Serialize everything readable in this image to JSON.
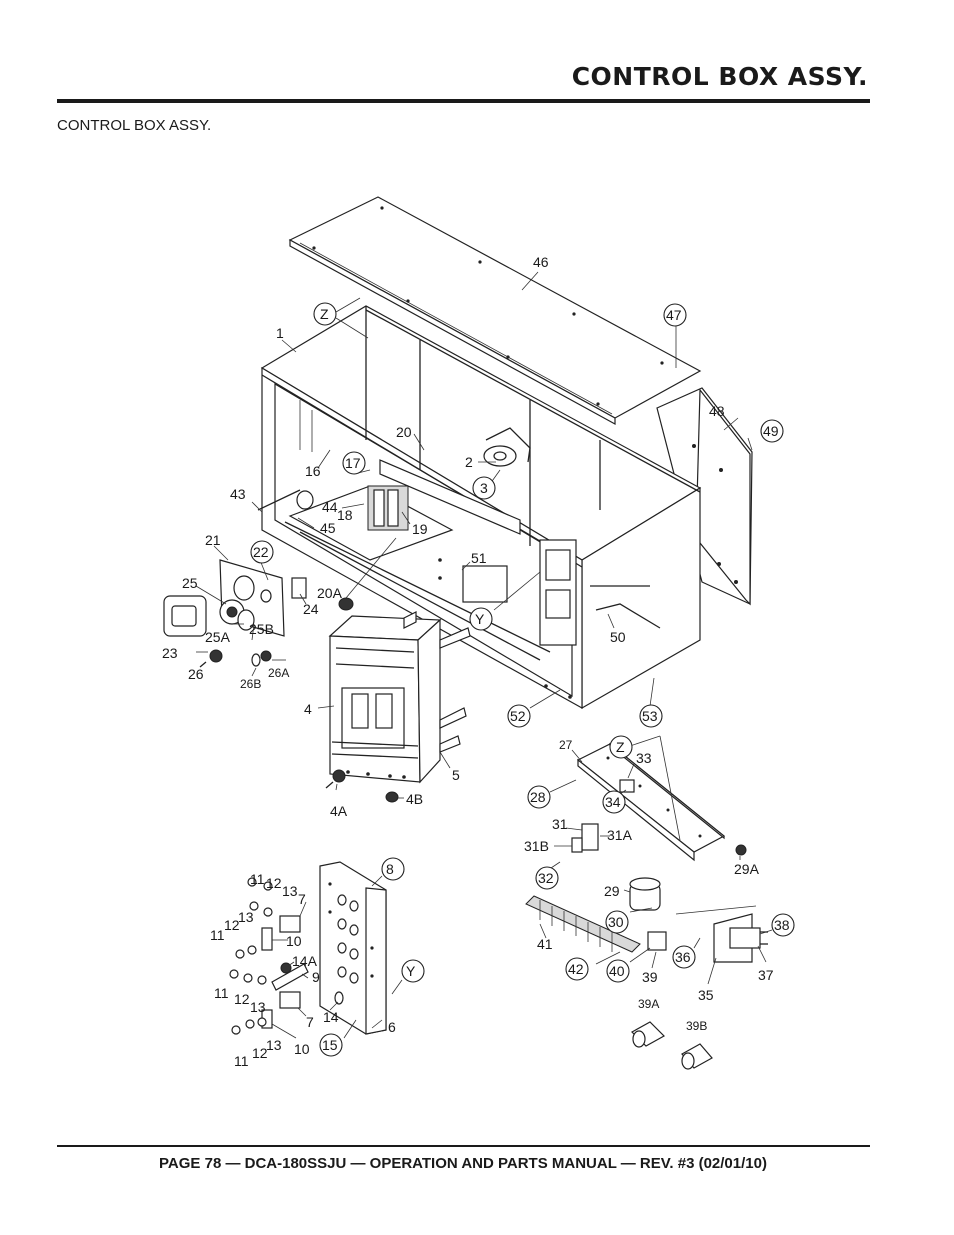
{
  "header": {
    "title": "CONTROL BOX  ASSY."
  },
  "subtitle": "CONTROL BOX  ASSY.",
  "footer": {
    "text": "PAGE 78 — DCA-180SSJU — OPERATION AND PARTS  MANUAL — REV. #3  (02/01/10)"
  },
  "callouts": {
    "c46": "46",
    "c47": "47",
    "c48": "48",
    "c49": "49",
    "cZtop": "Z",
    "c1": "1",
    "c20": "20",
    "c2": "2",
    "c3": "3",
    "c16": "16",
    "c17": "17",
    "c43": "43",
    "c44": "44",
    "c18": "18",
    "c45": "45",
    "c19": "19",
    "c21": "21",
    "c22": "22",
    "c25": "25",
    "c24": "24",
    "c20A": "20A",
    "c51": "51",
    "cYmid": "Y",
    "c25A": "25A",
    "c25B": "25B",
    "c23": "23",
    "c26": "26",
    "c26A": "26A",
    "c26B": "26B",
    "c50": "50",
    "c4": "4",
    "c52": "52",
    "c53": "53",
    "c5": "5",
    "c4A": "4A",
    "c4B": "4B",
    "c27": "27",
    "cZbot": "Z",
    "c33": "33",
    "c28": "28",
    "c34": "34",
    "c31": "31",
    "c31A": "31A",
    "c31B": "31B",
    "c29A": "29A",
    "c32": "32",
    "c29": "29",
    "c30": "30",
    "c38": "38",
    "c41": "41",
    "c36": "36",
    "c37": "37",
    "c42": "42",
    "c40": "40",
    "c39": "39",
    "c35": "35",
    "c39A": "39A",
    "c39B": "39B",
    "c8": "8",
    "c11a": "11",
    "c12a": "12",
    "c13a": "13",
    "c7a": "7",
    "c12b": "12",
    "c13b": "13",
    "c11b": "11",
    "c10a": "10",
    "c14A": "14A",
    "c9": "9",
    "cYlow": "Y",
    "c11c": "11",
    "c12c": "12",
    "c13c": "13",
    "c14": "14",
    "c7b": "7",
    "c6": "6",
    "c11d": "11",
    "c12d": "12",
    "c13d": "13",
    "c10b": "10",
    "c15": "15"
  }
}
